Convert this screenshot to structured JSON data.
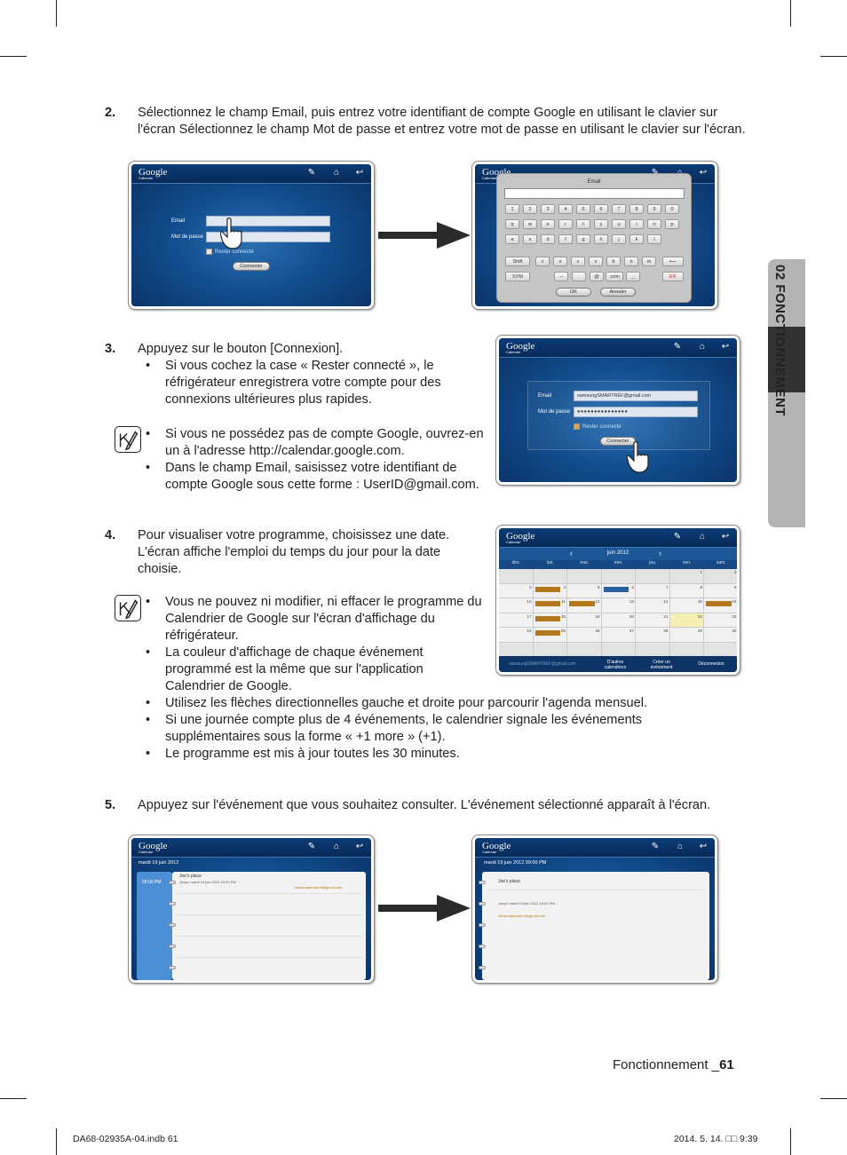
{
  "section_tab": "02 FONCTIONNEMENT",
  "step2": {
    "num": "2.",
    "text": "Sélectionnez le champ Email, puis entrez votre identifiant de compte Google en utilisant le clavier sur l'écran Sélectionnez le champ Mot de passe et entrez votre mot de passe en utilisant le clavier sur l'écran."
  },
  "step3": {
    "num": "3.",
    "text": "Appuyez sur le bouton [Connexion].",
    "bullets": [
      "Si vous cochez la case « Rester connecté », le réfrigérateur enregistrera votre compte pour des connexions ultérieures plus rapides."
    ],
    "note_bullets": [
      "Si vous ne possédez pas de compte Google, ouvrez-en un à l'adresse http://calendar.google.com.",
      "Dans le champ Email, saisissez votre identifiant de compte Google sous cette forme : UserID@gmail.com."
    ]
  },
  "step4": {
    "num": "4.",
    "text": "Pour visualiser votre programme, choisissez une date. L'écran affiche l'emploi du temps du jour pour la date choisie.",
    "note_bullets": [
      "Vous ne pouvez ni modifier, ni effacer le programme du Calendrier de Google sur l'écran d'affichage du réfrigérateur.",
      "La couleur d'affichage de chaque événement programmé est la même que sur l'application Calendrier de Google.",
      "Utilisez les flèches directionnelles gauche et droite pour parcourir l'agenda mensuel.",
      "Si une journée compte plus de 4 événements, le calendrier signale les événements supplémentaires sous la forme « +1 more » (+1).",
      "Le programme est mis à jour toutes les 30 minutes."
    ]
  },
  "step5": {
    "num": "5.",
    "text": "Appuyez sur l'événement que vous souhaitez consulter. L'événement sélectionné apparaît à l'écran."
  },
  "ui": {
    "logo": "Google",
    "logo_sub": "Calendar",
    "email_label": "Email",
    "password_label": "Mot de passe",
    "stay_label": "Rester connecté",
    "connect_btn": "Connecter",
    "email_value": "samsungSMARTREF@gmail.com",
    "password_value": "●●●●●●●●●●●●●●●",
    "kb_title": "Email",
    "kb_rows": [
      [
        "1",
        "2",
        "3",
        "4",
        "5",
        "6",
        "7",
        "8",
        "9",
        "0"
      ],
      [
        "q",
        "w",
        "e",
        "r",
        "t",
        "y",
        "u",
        "i",
        "o",
        "p"
      ],
      [
        "a",
        "s",
        "d",
        "f",
        "g",
        "h",
        "j",
        "k",
        "l"
      ],
      [
        "z",
        "x",
        "c",
        "v",
        "b",
        "n",
        "m"
      ]
    ],
    "kb_shift": "Shift",
    "kb_sym": "SYM",
    "kb_dash": "–",
    "kb_dot": ".",
    "kb_at": "@",
    "kb_com": ".com",
    "kb_us": "_",
    "kb_lang": "E/F",
    "kb_ok": "OK",
    "kb_cancel": "Annuler",
    "cal_month": "juin 2012",
    "cal_days": [
      "dim.",
      "lun.",
      "mar.",
      "mer.",
      "jeu.",
      "ven.",
      "sam."
    ],
    "cal_account": "samsungSMARTREF@gmail.com",
    "cal_other": "D'autres calendriers",
    "cal_create": "Créer un événement",
    "cal_logout": "Déconnexion",
    "ev_date": "mardi 19 juin 2012",
    "ev_date_time": "mardi 19 juin 2012 09:00 PM",
    "ev_time": "09:00 PM",
    "ev_title": "Joe's place",
    "ev_until": "Jusqu' mardi 19 juin 2012 10:00 PM",
    "ev_until2": "Jusqu' mardi 19 juin 2012 10:00 PM",
    "ev_owner": "samsungsmartref@gmail.com"
  },
  "footer": {
    "page_label": "Fonctionnement _",
    "page_num": "61"
  },
  "slug": {
    "file": "DA68-02935A-04.indb   61",
    "date": "2014. 5. 14.   □□ 9:39"
  },
  "colors": {
    "screen_blue": "#124e8f",
    "event_orange": "#b4781c",
    "event_blue": "#2a5fa0",
    "highlight": "#f6efb3"
  }
}
